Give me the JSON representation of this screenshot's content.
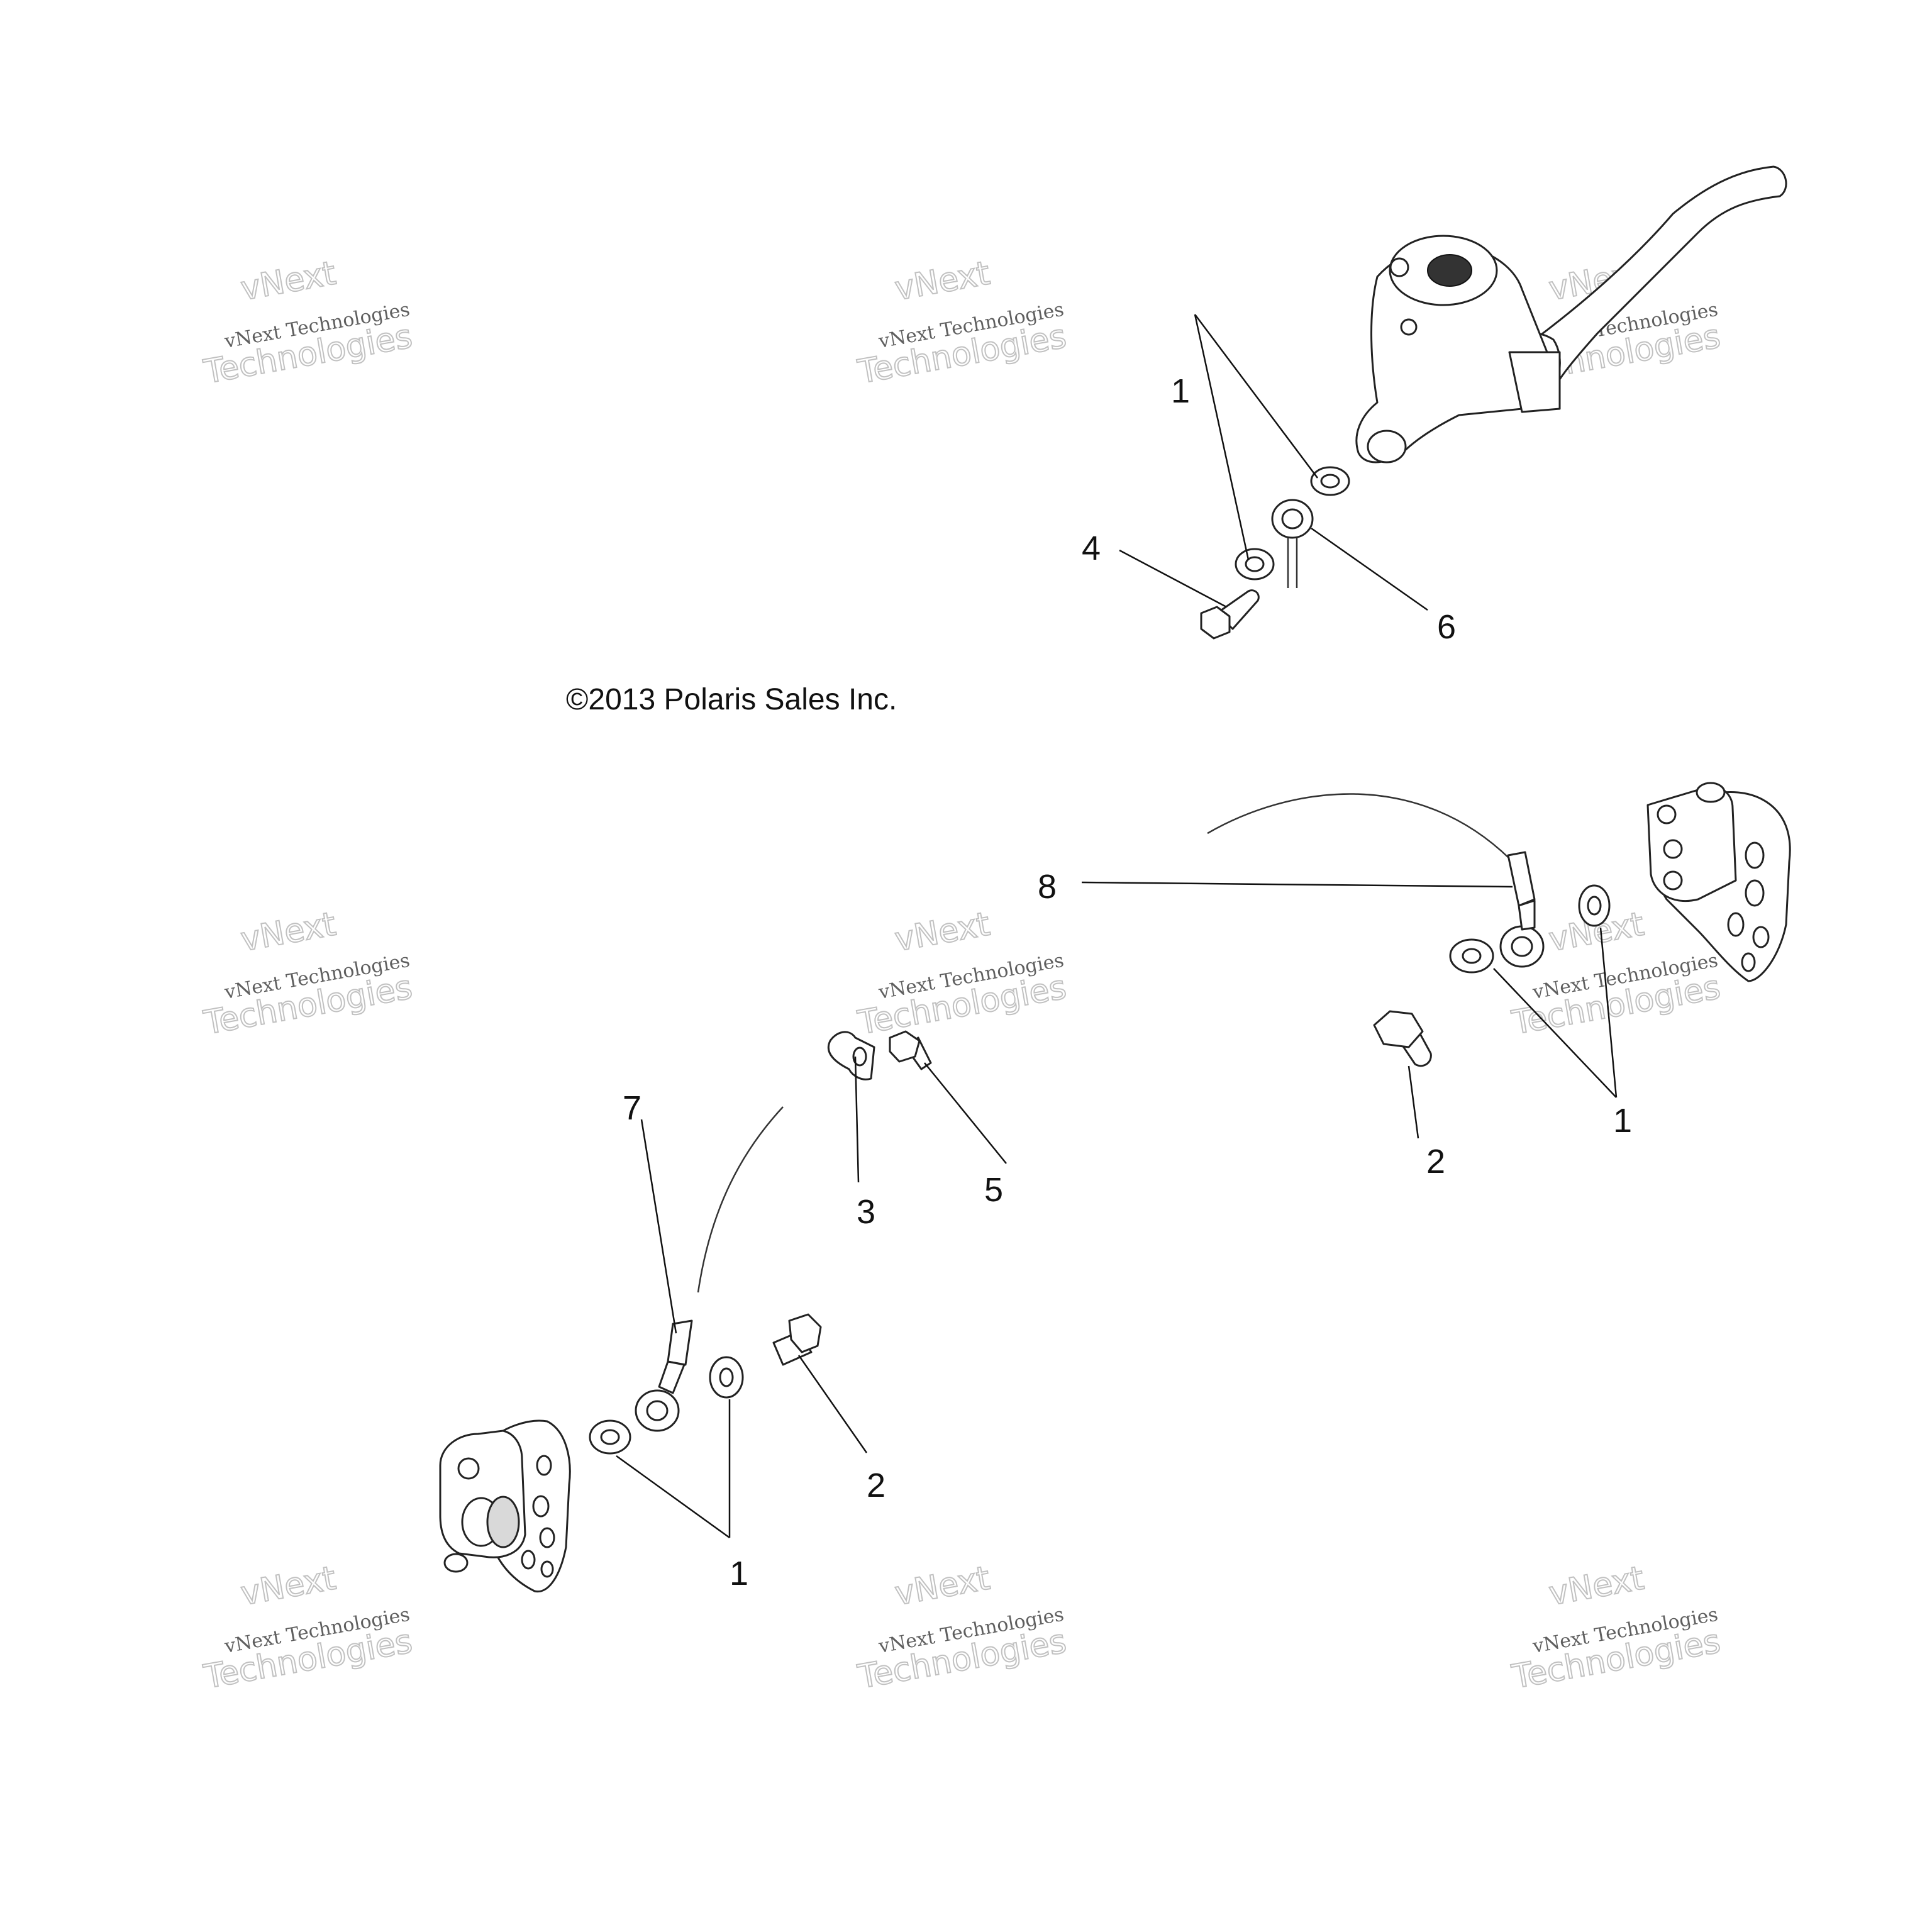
{
  "watermark": {
    "brand": "vNext",
    "full": "vNext Technologies",
    "word": "Technologies"
  },
  "copyright": "©2013 Polaris Sales Inc.",
  "callouts": {
    "top_1": "1",
    "top_4": "4",
    "top_6": "6",
    "right_8": "8",
    "right_1": "1",
    "right_2": "2",
    "mid_3": "3",
    "mid_5": "5",
    "left_7": "7",
    "left_2": "2",
    "left_1": "1"
  }
}
